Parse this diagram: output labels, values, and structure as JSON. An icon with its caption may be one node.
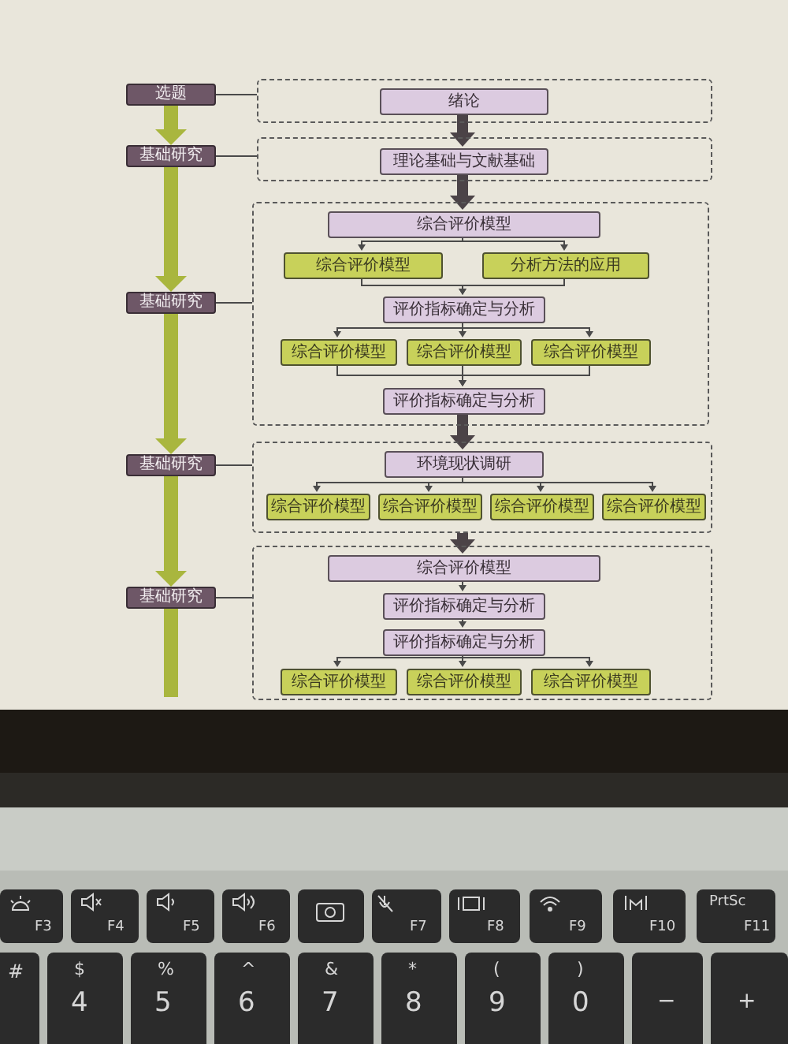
{
  "diagram": {
    "nodes": [
      {
        "text": [
          "选题"
        ]
      },
      {
        "text": [
          "基础研究"
        ]
      },
      {
        "text": [
          "基础研究"
        ]
      },
      {
        "text": [
          "基础研究"
        ]
      },
      {
        "text": [
          "基础研究"
        ]
      },
      {
        "text": [],
        "shape": "box"
      },
      {
        "text": [
          "绪论"
        ],
        "in": 5
      },
      {
        "text": [],
        "shape": "box"
      },
      {
        "text": [
          "理论基础与文献基础"
        ],
        "in": 7
      },
      {
        "text": [],
        "shape": "box"
      },
      {
        "text": [
          "综合评价模型"
        ],
        "in": 9
      },
      {
        "text": [
          "综合评价模型"
        ],
        "in": 9
      },
      {
        "text": [
          "分析方法的应用"
        ],
        "in": 9
      },
      {
        "text": [
          "评价指标确定与分析"
        ],
        "in": 9
      },
      {
        "text": [
          "综合评价模型"
        ],
        "in": 9
      },
      {
        "text": [
          "综合评价模型"
        ],
        "in": 9
      },
      {
        "text": [
          "综合评价模型"
        ],
        "in": 9
      },
      {
        "text": [
          "评价指标确定与分析"
        ],
        "in": 9
      },
      {
        "text": [],
        "shape": "box"
      },
      {
        "text": [
          "环境现状调研"
        ],
        "in": 18
      },
      {
        "text": [
          "综合评价模型"
        ],
        "in": 18
      },
      {
        "text": [
          "综合评价模型"
        ],
        "in": 18
      },
      {
        "text": [
          "综合评价模型"
        ],
        "in": 18
      },
      {
        "text": [
          "综合评价模型"
        ],
        "in": 18
      },
      {
        "text": [],
        "shape": "box"
      },
      {
        "text": [
          "综合评价模型"
        ],
        "in": 24
      },
      {
        "text": [
          "评价指标确定与分析"
        ],
        "in": 24
      },
      {
        "text": [
          "评价指标确定与分析"
        ],
        "in": 24
      },
      {
        "text": [
          "综合评价模型"
        ],
        "in": 24
      },
      {
        "text": [
          "综合评价模型"
        ],
        "in": 24
      },
      {
        "text": [
          "综合评价模型"
        ],
        "in": 24
      }
    ],
    "edges": [
      {
        "from": 0,
        "to": 1,
        "arrow": "to",
        "style": "thick",
        "color": "#a9b63e"
      },
      {
        "from": 1,
        "to": 2,
        "arrow": "to",
        "style": "thick",
        "color": "#a9b63e"
      },
      {
        "from": 2,
        "to": 3,
        "arrow": "to",
        "style": "thick",
        "color": "#a9b63e"
      },
      {
        "from": 3,
        "to": 4,
        "arrow": "to",
        "style": "thick",
        "color": "#a9b63e"
      },
      {
        "from": 4,
        "to": null,
        "arrow": "none",
        "style": "thick",
        "color": "#a9b63e"
      },
      {
        "from": 0,
        "to": 5,
        "arrow": "none"
      },
      {
        "from": 1,
        "to": 7,
        "arrow": "none"
      },
      {
        "from": 2,
        "to": 9,
        "arrow": "none"
      },
      {
        "from": 3,
        "to": 18,
        "arrow": "none"
      },
      {
        "from": 4,
        "to": 24,
        "arrow": "none"
      },
      {
        "from": 6,
        "to": 8,
        "arrow": "to",
        "style": "thick",
        "color": "#4b4347"
      },
      {
        "from": 8,
        "to": 10,
        "arrow": "to",
        "style": "thick",
        "color": "#4b4347"
      },
      {
        "from": 17,
        "to": 19,
        "arrow": "to",
        "style": "thick",
        "color": "#4b4347"
      },
      {
        "from": 18,
        "to": 25,
        "arrow": "to",
        "style": "thick",
        "color": "#4b4347"
      },
      {
        "from": 10,
        "to": 11,
        "arrow": "to"
      },
      {
        "from": 10,
        "to": 12,
        "arrow": "to"
      },
      {
        "from": 11,
        "to": 13,
        "arrow": "to"
      },
      {
        "from": 12,
        "to": 13,
        "arrow": "to"
      },
      {
        "from": 13,
        "to": 14,
        "arrow": "to"
      },
      {
        "from": 13,
        "to": 15,
        "arrow": "to"
      },
      {
        "from": 13,
        "to": 16,
        "arrow": "to"
      },
      {
        "from": 14,
        "to": 17,
        "arrow": "to"
      },
      {
        "from": 15,
        "to": 17,
        "arrow": "to"
      },
      {
        "from": 16,
        "to": 17,
        "arrow": "to"
      },
      {
        "from": 19,
        "to": 20,
        "arrow": "to"
      },
      {
        "from": 19,
        "to": 21,
        "arrow": "to"
      },
      {
        "from": 19,
        "to": 22,
        "arrow": "to"
      },
      {
        "from": 19,
        "to": 23,
        "arrow": "to"
      },
      {
        "from": 25,
        "to": 26,
        "arrow": "to"
      },
      {
        "from": 26,
        "to": 27,
        "arrow": "to"
      },
      {
        "from": 27,
        "to": 28,
        "arrow": "to"
      },
      {
        "from": 27,
        "to": 29,
        "arrow": "to"
      },
      {
        "from": 27,
        "to": 30,
        "arrow": "to"
      }
    ],
    "labels": [
      "F3",
      "F4",
      "F5",
      "F6",
      "F7",
      "F8",
      "F9",
      "F10",
      "PrtSc",
      "F11",
      "#",
      "$",
      "4",
      "%",
      "5",
      "^",
      "6",
      "&",
      "7",
      "*",
      "8",
      "(",
      "9",
      ")",
      "0",
      "−",
      "+"
    ]
  }
}
